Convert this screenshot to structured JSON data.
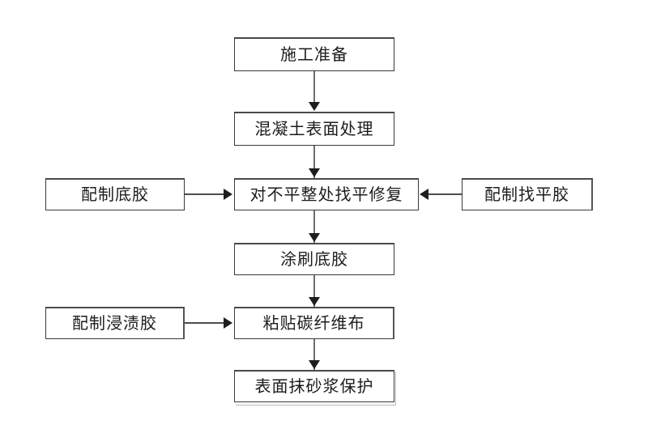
{
  "diagram": {
    "title": "",
    "background_color": "#ffffff",
    "box_border_color": "#3a3a3a",
    "text_color": "#1c1c1c",
    "connector_color": "#4d4d4d",
    "nodes": [
      {
        "id": "prep",
        "label": "施工准备",
        "column": "center",
        "row": 1
      },
      {
        "id": "surface",
        "label": "混凝土表面处理",
        "column": "center",
        "row": 2
      },
      {
        "id": "base-glue",
        "label": "配制底胶",
        "column": "left",
        "row": 3
      },
      {
        "id": "level-repair",
        "label": "对不平整处找平修复",
        "column": "center",
        "row": 3
      },
      {
        "id": "leveling-glue",
        "label": "配制找平胶",
        "column": "right",
        "row": 3
      },
      {
        "id": "apply-base-glue",
        "label": "涂刷底胶",
        "column": "center",
        "row": 4
      },
      {
        "id": "soak-glue",
        "label": "配制浸渍胶",
        "column": "left",
        "row": 5
      },
      {
        "id": "paste-cfrp",
        "label": "粘贴碳纤维布",
        "column": "center",
        "row": 5
      },
      {
        "id": "mortar-protect",
        "label": "表面抹砂浆保护",
        "column": "center",
        "row": 6
      }
    ],
    "edges": [
      {
        "from": "prep",
        "to": "surface",
        "direction": "down"
      },
      {
        "from": "surface",
        "to": "level-repair",
        "direction": "down"
      },
      {
        "from": "base-glue",
        "to": "level-repair",
        "direction": "right"
      },
      {
        "from": "leveling-glue",
        "to": "level-repair",
        "direction": "left"
      },
      {
        "from": "level-repair",
        "to": "apply-base-glue",
        "direction": "down"
      },
      {
        "from": "apply-base-glue",
        "to": "paste-cfrp",
        "direction": "down"
      },
      {
        "from": "soak-glue",
        "to": "paste-cfrp",
        "direction": "right"
      },
      {
        "from": "paste-cfrp",
        "to": "mortar-protect",
        "direction": "down"
      }
    ]
  }
}
